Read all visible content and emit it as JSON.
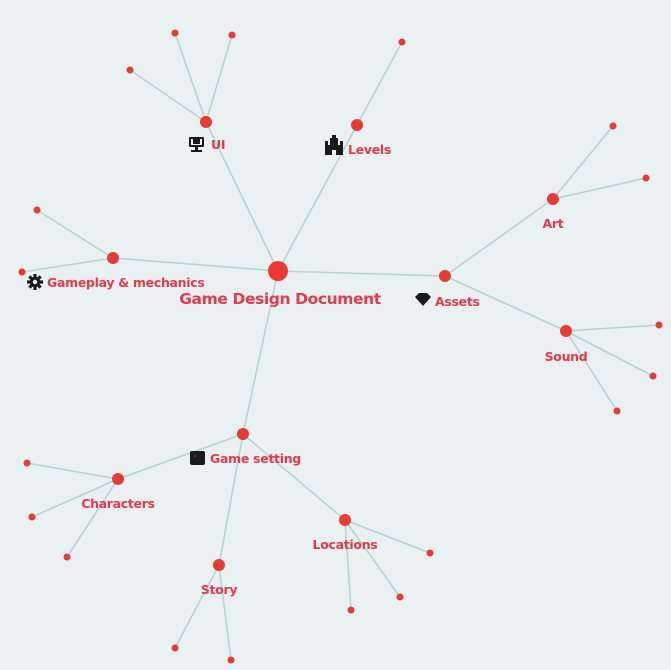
{
  "mindmap": {
    "root": {
      "label": "Game Design Document"
    },
    "branches": [
      {
        "key": "ui",
        "label": "UI",
        "icon": "monitor-icon",
        "children": []
      },
      {
        "key": "levels",
        "label": "Levels",
        "icon": "castle-icon",
        "children": []
      },
      {
        "key": "gameplay",
        "label": "Gameplay & mechanics",
        "icon": "gear-icon",
        "children": []
      },
      {
        "key": "assets",
        "label": "Assets",
        "icon": "gem-icon",
        "children": [
          {
            "key": "art",
            "label": "Art"
          },
          {
            "key": "sound",
            "label": "Sound"
          }
        ]
      },
      {
        "key": "setting",
        "label": "Game setting",
        "icon": "square-icon",
        "children": [
          {
            "key": "characters",
            "label": "Characters"
          },
          {
            "key": "story",
            "label": "Story"
          },
          {
            "key": "locations",
            "label": "Locations"
          }
        ]
      }
    ],
    "colors": {
      "node": "#ea3a33",
      "label": "#e63a4b",
      "edge": "#b6d4d6",
      "background": "#eaf1f3",
      "icon": "#1a1a1a"
    }
  }
}
